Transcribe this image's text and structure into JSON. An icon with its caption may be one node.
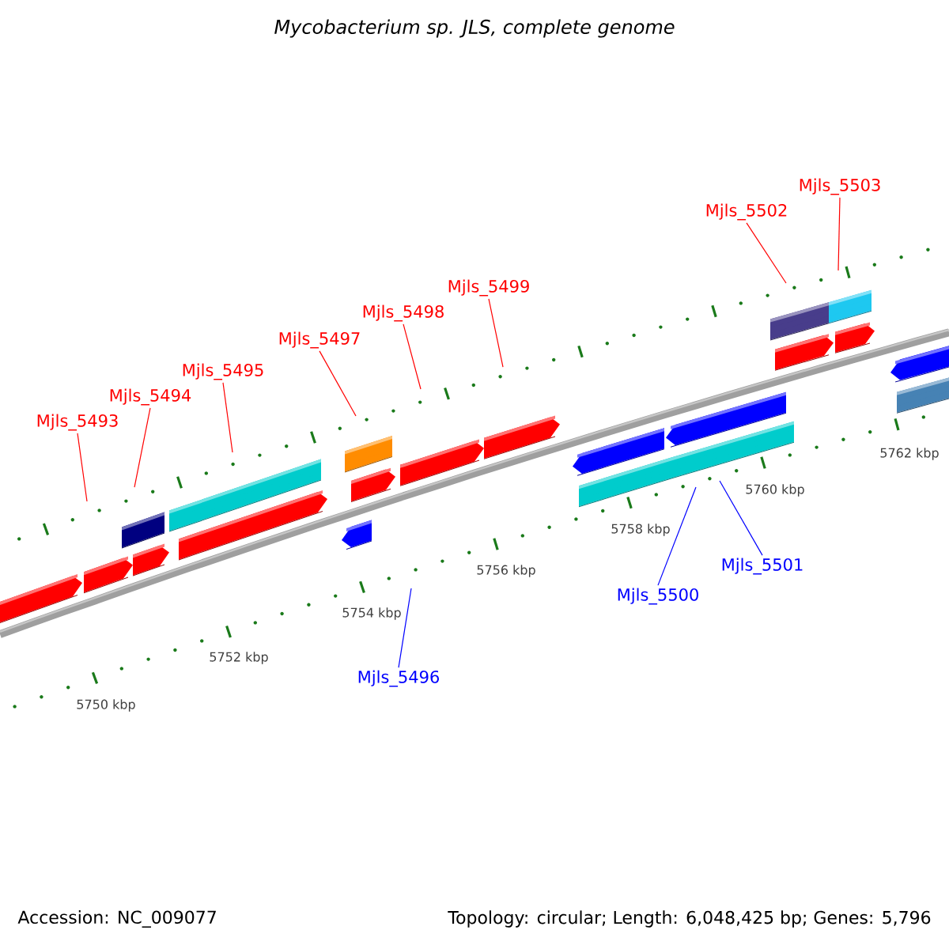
{
  "diagram": {
    "title": "Mycobacterium sp. JLS, complete genome",
    "nodes": [
      {
        "text": [
          "Mjls_5493"
        ]
      },
      {
        "text": [
          "Mjls_5494"
        ]
      },
      {
        "text": [
          "Mjls_5495"
        ]
      },
      {
        "text": [
          "Mjls_5497"
        ]
      },
      {
        "text": [
          "Mjls_5498"
        ]
      },
      {
        "text": [
          "Mjls_5499"
        ]
      },
      {
        "text": [
          "Mjls_5502"
        ]
      },
      {
        "text": [
          "Mjls_5503"
        ]
      },
      {
        "text": [
          "Mjls_5496"
        ]
      },
      {
        "text": [
          "Mjls_5500"
        ]
      },
      {
        "text": [
          "Mjls_5501"
        ]
      }
    ],
    "edges": [
      {
        "from": 0,
        "to": null,
        "arrow": "none"
      },
      {
        "from": 1,
        "to": null,
        "arrow": "none"
      },
      {
        "from": 2,
        "to": null,
        "arrow": "none"
      },
      {
        "from": 3,
        "to": null,
        "arrow": "none"
      },
      {
        "from": 4,
        "to": null,
        "arrow": "none"
      },
      {
        "from": 5,
        "to": null,
        "arrow": "none"
      },
      {
        "from": 6,
        "to": null,
        "arrow": "none"
      },
      {
        "from": 7,
        "to": null,
        "arrow": "none"
      },
      {
        "from": 8,
        "to": null,
        "arrow": "none",
        "color": "#0000ff"
      },
      {
        "from": 9,
        "to": null,
        "arrow": "none",
        "color": "#0000ff"
      },
      {
        "from": 10,
        "to": null,
        "arrow": "none",
        "color": "#0000ff"
      }
    ],
    "labels": [
      "5750 kbp",
      "5752 kbp",
      "5754 kbp",
      "5756 kbp",
      "5758 kbp",
      "5760 kbp",
      "5762 kbp",
      "Accession: NC_009077",
      "Topology: circular; Length: 6,048,425 bp; Genes: 5,796"
    ]
  }
}
